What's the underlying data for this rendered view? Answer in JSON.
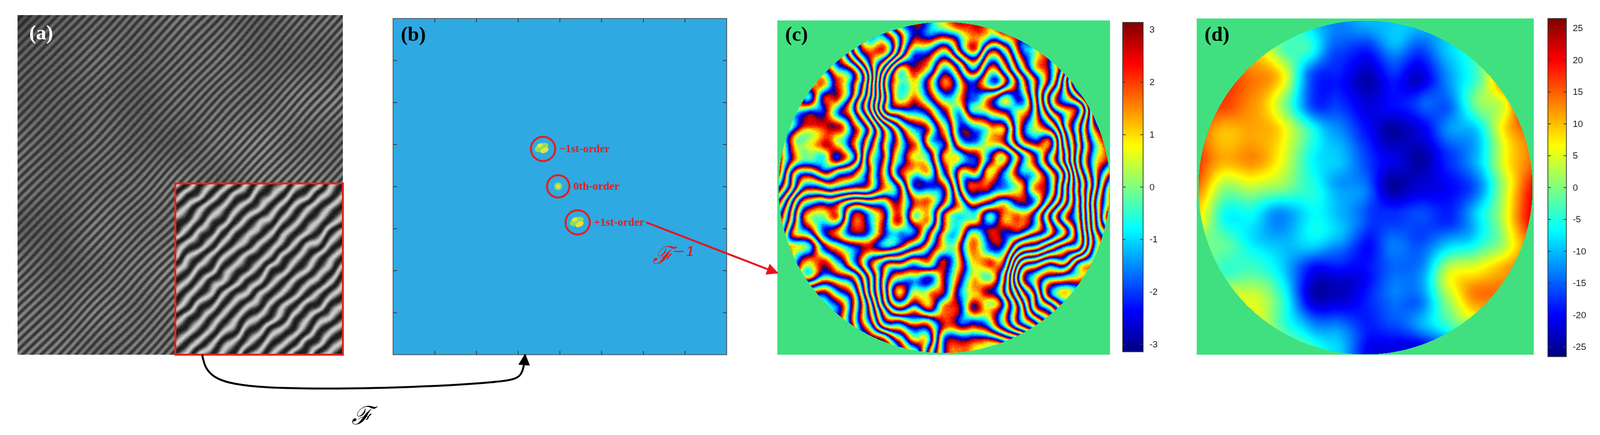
{
  "diagram": {
    "nodes": [
      {
        "text": [
          "(a)"
        ]
      },
      {
        "text": [
          "(b)"
        ]
      },
      {
        "text": [
          "−1st-order"
        ],
        "in": 1
      },
      {
        "text": [
          "0th-order"
        ],
        "in": 1
      },
      {
        "text": [
          "+1st-order"
        ],
        "in": 1
      },
      {
        "text": [
          "(c)"
        ]
      },
      {
        "text": [
          "(d)"
        ]
      }
    ],
    "edges": [
      {
        "from": 0,
        "to": 1,
        "arrow": "to",
        "label": "ℱ"
      },
      {
        "from": 4,
        "to": 5,
        "arrow": "to",
        "label": "ℱ⁻¹"
      }
    ],
    "labels": [
      "3",
      "2",
      "1",
      "0",
      "-1",
      "-2",
      "-3",
      "25",
      "20",
      "15",
      "10",
      "5",
      "0",
      "-5",
      "-10",
      "-15",
      "-20",
      "-25"
    ]
  }
}
